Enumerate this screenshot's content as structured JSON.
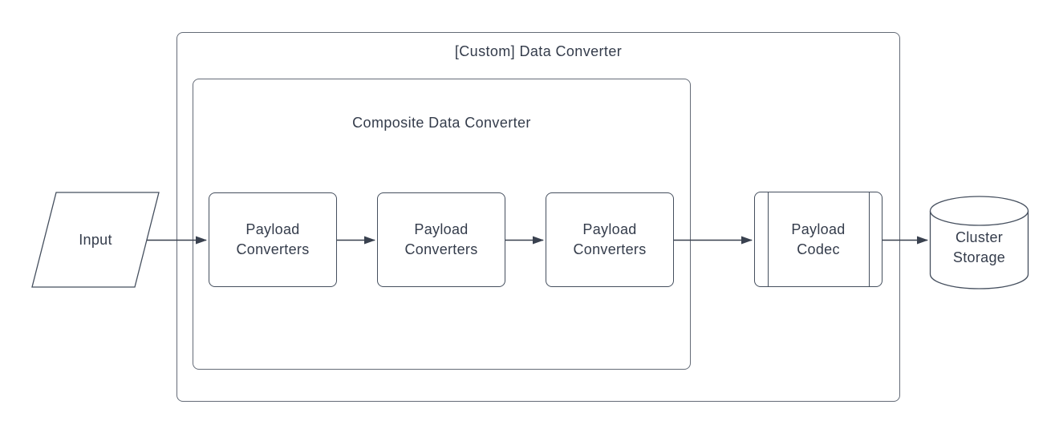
{
  "diagram": {
    "groups": {
      "custom_data_converter": {
        "title": "[Custom] Data Converter"
      },
      "composite_data_converter": {
        "title": "Composite Data Converter"
      }
    },
    "nodes": {
      "input": {
        "label": "Input",
        "shape": "parallelogram"
      },
      "payload_converters": [
        {
          "label": "Payload Converters",
          "shape": "rounded-rectangle"
        },
        {
          "label": "Payload Converters",
          "shape": "rounded-rectangle"
        },
        {
          "label": "Payload Converters",
          "shape": "rounded-rectangle"
        }
      ],
      "payload_codec": {
        "label": "Payload Codec",
        "shape": "predefined-process"
      },
      "cluster_storage": {
        "label": "Cluster Storage",
        "shape": "cylinder"
      }
    },
    "edges": [
      {
        "from": "input",
        "to": "payload-converter-1"
      },
      {
        "from": "payload-converter-1",
        "to": "payload-converter-2"
      },
      {
        "from": "payload-converter-2",
        "to": "payload-converter-3"
      },
      {
        "from": "payload-converter-3",
        "to": "payload-codec"
      },
      {
        "from": "payload-codec",
        "to": "cluster-storage"
      }
    ],
    "colors": {
      "background": "#ffffff",
      "group_stroke": "#646b77",
      "node_stroke": "#454f5e",
      "arrow": "#39414f",
      "text": "#343c4b"
    }
  }
}
